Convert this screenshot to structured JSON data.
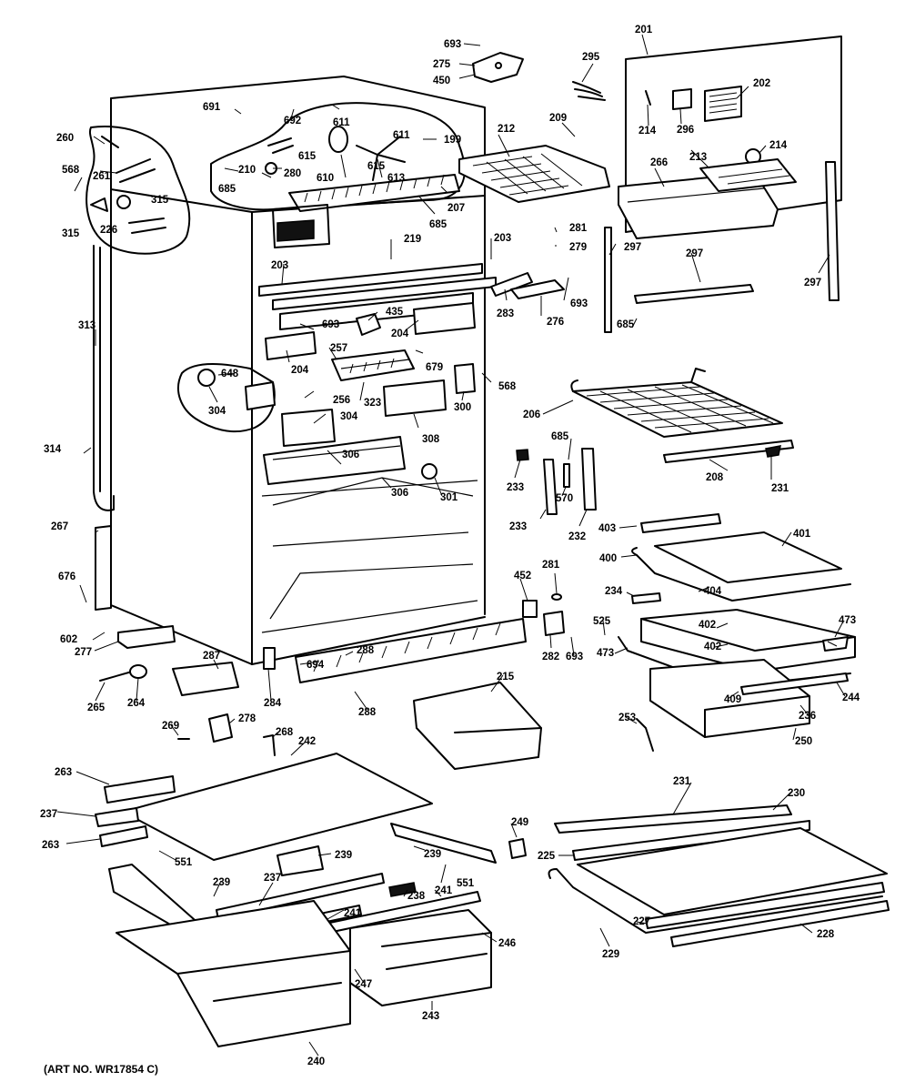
{
  "art_number": "(ART NO. WR17854 C)",
  "callouts": {
    "c693a": "693",
    "c275": "275",
    "c450": "450",
    "c295": "295",
    "c201": "201",
    "c202": "202",
    "c691": "691",
    "c692": "692",
    "c611a": "611",
    "c611b": "611",
    "c615a": "615",
    "c615b": "615",
    "c199": "199",
    "c209": "209",
    "c212": "212",
    "c214a": "214",
    "c296": "296",
    "c214b": "214",
    "c260": "260",
    "c261": "261",
    "c568a": "568",
    "c315a": "315",
    "c315b": "315",
    "c226": "226",
    "c210": "210",
    "c280": "280",
    "c610": "610",
    "c613": "613",
    "c685a": "685",
    "c207": "207",
    "c685b": "685",
    "c266": "266",
    "c213": "213",
    "c281a": "281",
    "c279": "279",
    "c219": "219",
    "c203a": "203",
    "c203b": "203",
    "c297a": "297",
    "c297b": "297",
    "c297c": "297",
    "c693b": "693",
    "c283": "283",
    "c276": "276",
    "c685c": "685",
    "c313": "313",
    "c435": "435",
    "c693c": "693",
    "c204a": "204",
    "c257": "257",
    "c679": "679",
    "c204b": "204",
    "c648": "648",
    "c256": "256",
    "c323": "323",
    "c300": "300",
    "c568b": "568",
    "c304a": "304",
    "c304b": "304",
    "c308": "308",
    "c206": "206",
    "c685d": "685",
    "c314": "314",
    "c306a": "306",
    "c233a": "233",
    "c208": "208",
    "c231a": "231",
    "c306b": "306",
    "c301": "301",
    "c570": "570",
    "c233b": "233",
    "c232": "232",
    "c403": "403",
    "c401": "401",
    "c267": "267",
    "c400": "400",
    "c452": "452",
    "c281b": "281",
    "c676": "676",
    "c234": "234",
    "c404": "404",
    "c525": "525",
    "c473a": "473",
    "c602": "602",
    "c277": "277",
    "c402a": "402",
    "c287": "287",
    "c288a": "288",
    "c694": "694",
    "c473b": "473",
    "c402b": "402",
    "c282": "282",
    "c693d": "693",
    "c265": "265",
    "c264": "264",
    "c284": "284",
    "c288b": "288",
    "c215": "215",
    "c244": "244",
    "c409": "409",
    "c236": "236",
    "c278": "278",
    "c269": "269",
    "c268": "268",
    "c253": "253",
    "c250": "250",
    "c242": "242",
    "c263a": "263",
    "c231b": "231",
    "c230": "230",
    "c237a": "237",
    "c249": "249",
    "c263b": "263",
    "c239a": "239",
    "c239b": "239",
    "c225": "225",
    "c551a": "551",
    "c239c": "239",
    "c237b": "237",
    "c241a": "241",
    "c551b": "551",
    "c238": "238",
    "c241b": "241",
    "c227": "227",
    "c228": "228",
    "c246": "246",
    "c229": "229",
    "c247": "247",
    "c243": "243",
    "c240": "240"
  }
}
